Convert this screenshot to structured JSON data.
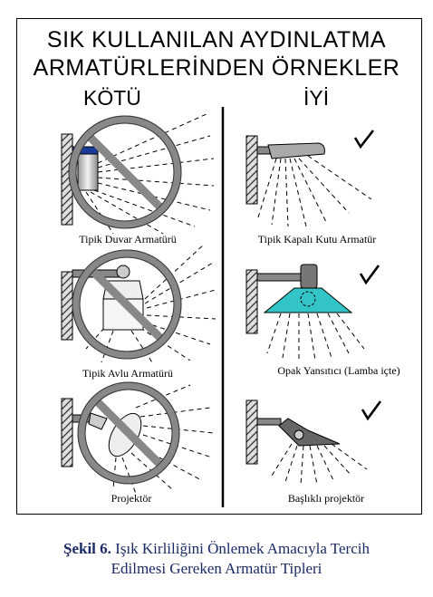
{
  "titles": {
    "line1": "SIK KULLANILAN AYDINLATMA",
    "line2": "ARMATÜRLERİNDEN ÖRNEKLER"
  },
  "headers": {
    "bad": "KÖTÜ",
    "good": "İYİ"
  },
  "labels": {
    "wall": "Tipik Duvar Armatürü",
    "box": "Tipik Kapalı Kutu Armatür",
    "yard": "Tipik Avlu Armatürü",
    "opaque": "Opak Yansıtıcı (Lamba içte)",
    "projector": "Projektör",
    "hooded": "Başlıklı projektör"
  },
  "caption": {
    "figure": "Şekil 6.",
    "line1": "Işık Kirliliğini Önlemek Amacıyla Tercih",
    "line2": "Edilmesi Gereken Armatür Tipleri"
  },
  "icons": [
    "prohibited-icon",
    "checkmark-icon"
  ],
  "colors": {
    "reflector": "#33c4c8",
    "wall_box": "#1a3a9a"
  }
}
